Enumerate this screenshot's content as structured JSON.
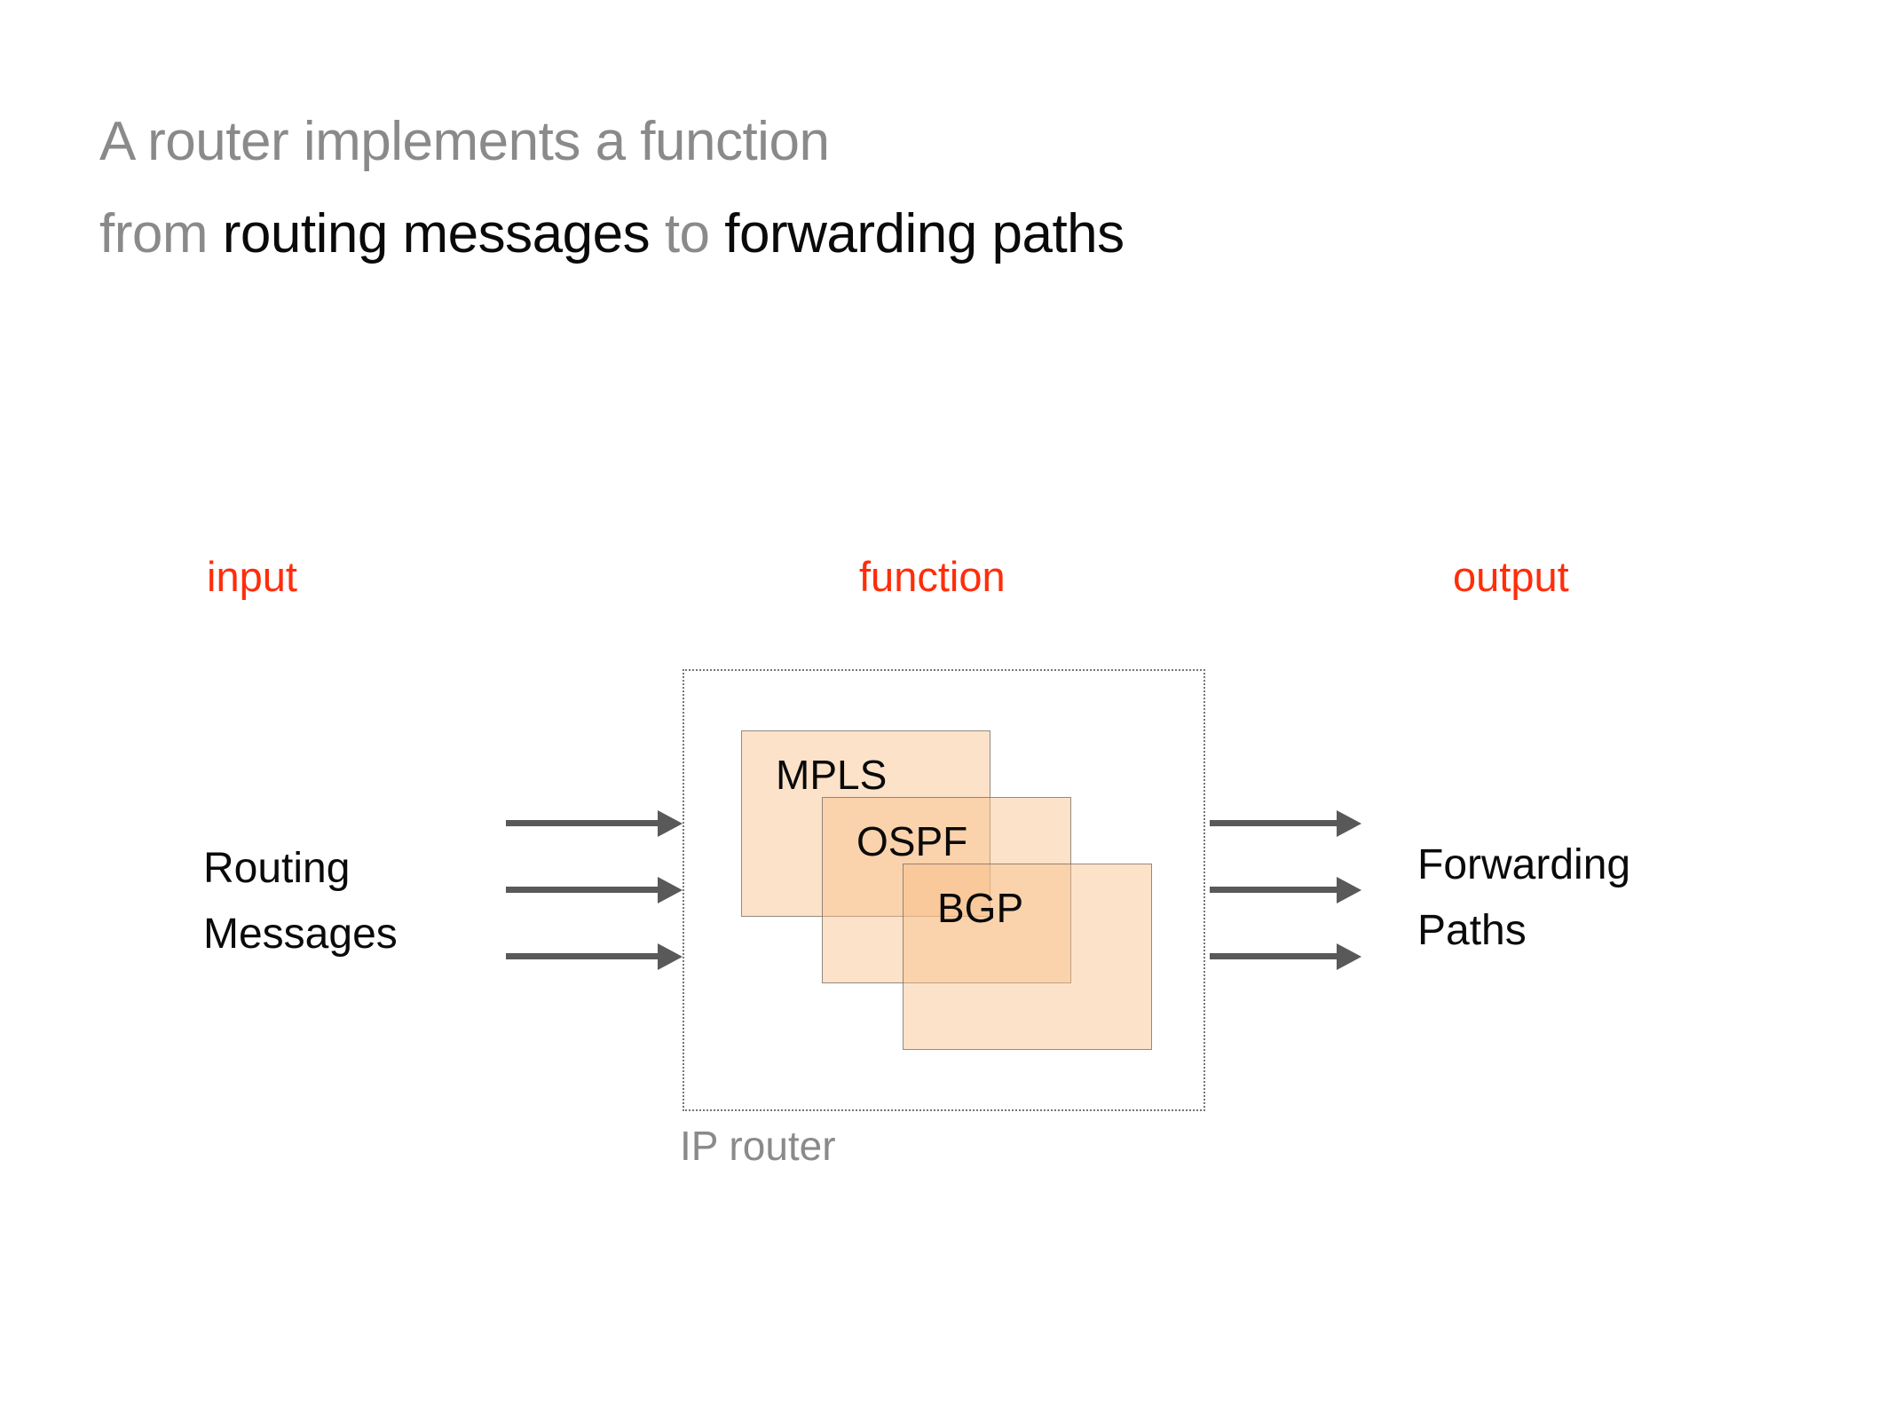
{
  "slide": {
    "title": {
      "line1": "A router implements a function",
      "line2": [
        {
          "text": "from "
        },
        {
          "text": "routing messages"
        },
        {
          "text": " to "
        },
        {
          "text": "forwarding paths"
        }
      ]
    },
    "column_labels": {
      "input": "input",
      "function": "function",
      "output": "output"
    },
    "input_label": {
      "line1": "Routing",
      "line2": "Messages"
    },
    "output_label": {
      "line1": "Forwarding",
      "line2": "Paths"
    },
    "router": {
      "caption": "IP router",
      "protocols": [
        "MPLS",
        "OSPF",
        "BGP"
      ]
    },
    "colors": {
      "accent_red": "#ff2d0a",
      "muted_gray": "#8a8a8a",
      "text_black": "#0a0a0a",
      "arrow_gray": "#595959",
      "protocol_fill": "#fbe1c9",
      "protocol_border": "#8f8f8f",
      "dotted_border": "#767676"
    }
  }
}
